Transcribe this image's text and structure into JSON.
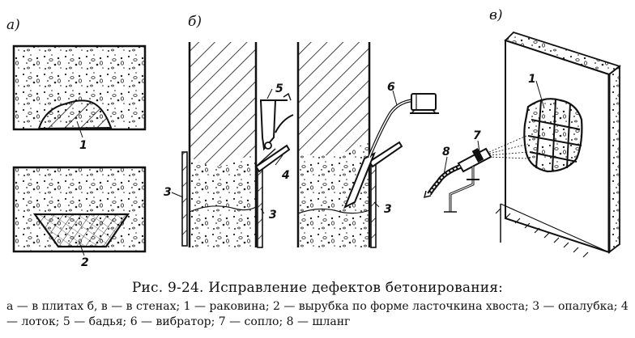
{
  "panels": {
    "a": "а)",
    "b": "б)",
    "v": "в)"
  },
  "callouts": {
    "a_top": "1",
    "a_bottom": "2",
    "b_formwork_left": "3",
    "b_tray": "4",
    "b_bucket": "5",
    "b_formwork_right": "3",
    "b_vibrator": "6",
    "b_formwork_far": "3",
    "v_cavity": "1",
    "v_nozzle": "7",
    "v_hose": "8"
  },
  "caption": {
    "title": "Рис. 9-24. Исправление дефектов бетонирования:",
    "legend": "а — в плитах б, в — в стенах; 1 — раковина; 2 — вырубка по форме ласточкина хвоста; 3 — опалубка; 4 — лоток; 5 — бадья; 6 — вибратор; 7 — сопло; 8 — шланг"
  }
}
